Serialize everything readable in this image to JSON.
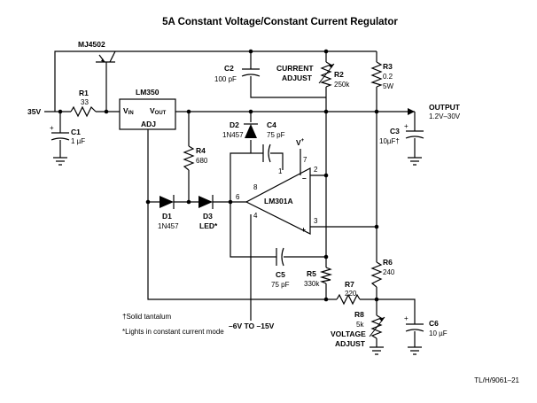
{
  "title": "5A Constant Voltage/Constant Current Regulator",
  "components": {
    "q1": "MJ4502",
    "r1": {
      "name": "R1",
      "value": "33"
    },
    "c1": {
      "name": "C1",
      "value": "1 µF"
    },
    "input": "35V",
    "reg": {
      "name": "LM350",
      "vin": "V",
      "vin_sub": "IN",
      "vout": "V",
      "vout_sub": "OUT",
      "adj": "ADJ"
    },
    "c2": {
      "name": "C2",
      "value": "100 pF"
    },
    "r2": {
      "name": "R2",
      "value": "250k",
      "label1": "CURRENT",
      "label2": "ADJUST"
    },
    "r3": {
      "name": "R3",
      "value1": "0.2",
      "value2": "5W"
    },
    "output": {
      "label": "OUTPUT",
      "range": "1.2V–30V"
    },
    "c3": {
      "name": "C3",
      "value": "10µF†"
    },
    "d2": {
      "name": "D2",
      "value": "1N457"
    },
    "c4": {
      "name": "C4",
      "value": "75 pF"
    },
    "r4": {
      "name": "R4",
      "value": "680"
    },
    "vplus": "V",
    "vplus_sup": "+",
    "opamp": {
      "name": "LM301A",
      "pins": [
        "1",
        "7",
        "2",
        "8",
        "6",
        "4",
        "3"
      ]
    },
    "d1": {
      "name": "D1",
      "value": "1N457"
    },
    "d3": {
      "name": "D3",
      "value": "LED*"
    },
    "c5": {
      "name": "C5",
      "value": "75 pF"
    },
    "r5": {
      "name": "R5",
      "value": "330k"
    },
    "r6": {
      "name": "R6",
      "value": "240"
    },
    "r7": {
      "name": "R7",
      "value": "220"
    },
    "r8": {
      "name": "R8",
      "value": "5k",
      "label1": "VOLTAGE",
      "label2": "ADJUST"
    },
    "c6": {
      "name": "C6",
      "value": "10 µF"
    },
    "neg_supply": "–6V TO –15V"
  },
  "notes": [
    "†Solid tantalum",
    "*Lights in constant current mode"
  ],
  "ref_code": "TL/H/9061–21"
}
